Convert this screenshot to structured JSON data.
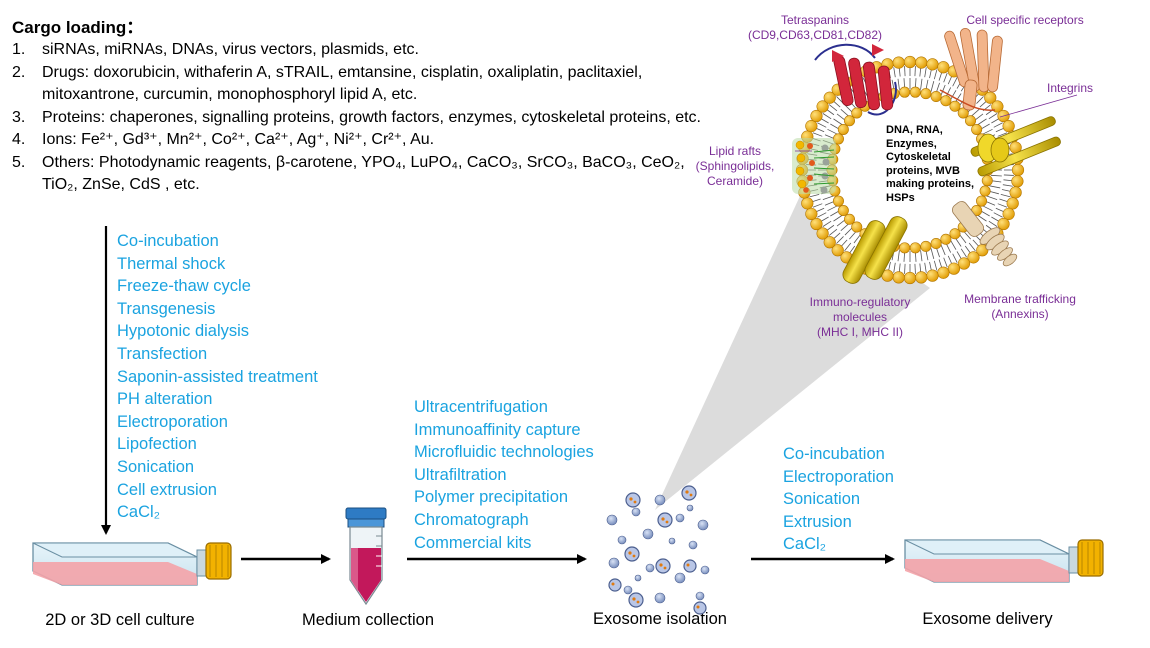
{
  "cargo": {
    "title": "Cargo loading：",
    "items": [
      {
        "num": "1.",
        "text": "siRNAs, miRNAs, DNAs, virus vectors, plasmids, etc."
      },
      {
        "num": "2.",
        "text": "Drugs: doxorubicin, withaferin A, sTRAIL, emtansine, cisplatin, oxaliplatin, paclitaxiel, mitoxantrone, curcumin, monophosphoryl lipid A, etc."
      },
      {
        "num": "3.",
        "text": "Proteins: chaperones, signalling proteins, growth factors, enzymes, cytoskeletal proteins, etc."
      },
      {
        "num": "4.",
        "text": "Ions: Fe²⁺, Gd³⁺, Mn²⁺, Co²⁺, Ca²⁺, Ag⁺, Ni²⁺, Cr²⁺, Au."
      },
      {
        "num": "5.",
        "text": "Others: Photodynamic reagents, β-carotene, YPO₄, LuPO₄, CaCO₃, SrCO₃, BaCO₃, CeO₂, TiO₂, ZnSe, CdS , etc."
      }
    ]
  },
  "loading_methods": [
    "Co-incubation",
    "Thermal shock",
    "Freeze-thaw cycle",
    "Transgenesis",
    "Hypotonic dialysis",
    "Transfection",
    "Saponin-assisted treatment",
    "PH alteration",
    "Electroporation",
    "Lipofection",
    "Sonication",
    "Cell extrusion",
    "CaCl₂"
  ],
  "isolation_methods": [
    "Ultracentrifugation",
    "Immunoaffinity capture",
    "Microfluidic technologies",
    "Ultrafiltration",
    "Polymer precipitation",
    "Chromatograph",
    "Commercial kits"
  ],
  "delivery_methods": [
    "Co-incubation",
    "Electroporation",
    "Sonication",
    "Extrusion",
    "CaCl₂"
  ],
  "stages": {
    "culture": "2D or 3D cell culture",
    "medium": "Medium collection",
    "isolation": "Exosome isolation",
    "delivery": "Exosome delivery"
  },
  "exosome": {
    "tetraspanins": "Tetraspanins",
    "tetraspanins_sub": "(CD9,CD63,CD81,CD82)",
    "receptors": "Cell specific receptors",
    "integrins": "Integrins",
    "lipid_rafts": "Lipid rafts",
    "lipid_rafts_sub1": "(Sphingolipids,",
    "lipid_rafts_sub2": "Ceramide)",
    "immuno": "Immuno-regulatory",
    "immuno_sub1": "molecules",
    "immuno_sub2": "(MHC I, MHC II)",
    "trafficking": "Membrane trafficking",
    "trafficking_sub": "(Annexins)",
    "cargo_lines": [
      "DNA, RNA,",
      "Enzymes,",
      "Cytoskeletal",
      "proteins, MVB",
      "making proteins,",
      "HSPs"
    ]
  },
  "colors": {
    "method_text": "#1aa3e0",
    "membrane_label": "#7a2e96",
    "lipid_head": "#f2b400",
    "flask_medium": "#f4a3a8",
    "tube_medium": "#c2185b"
  }
}
